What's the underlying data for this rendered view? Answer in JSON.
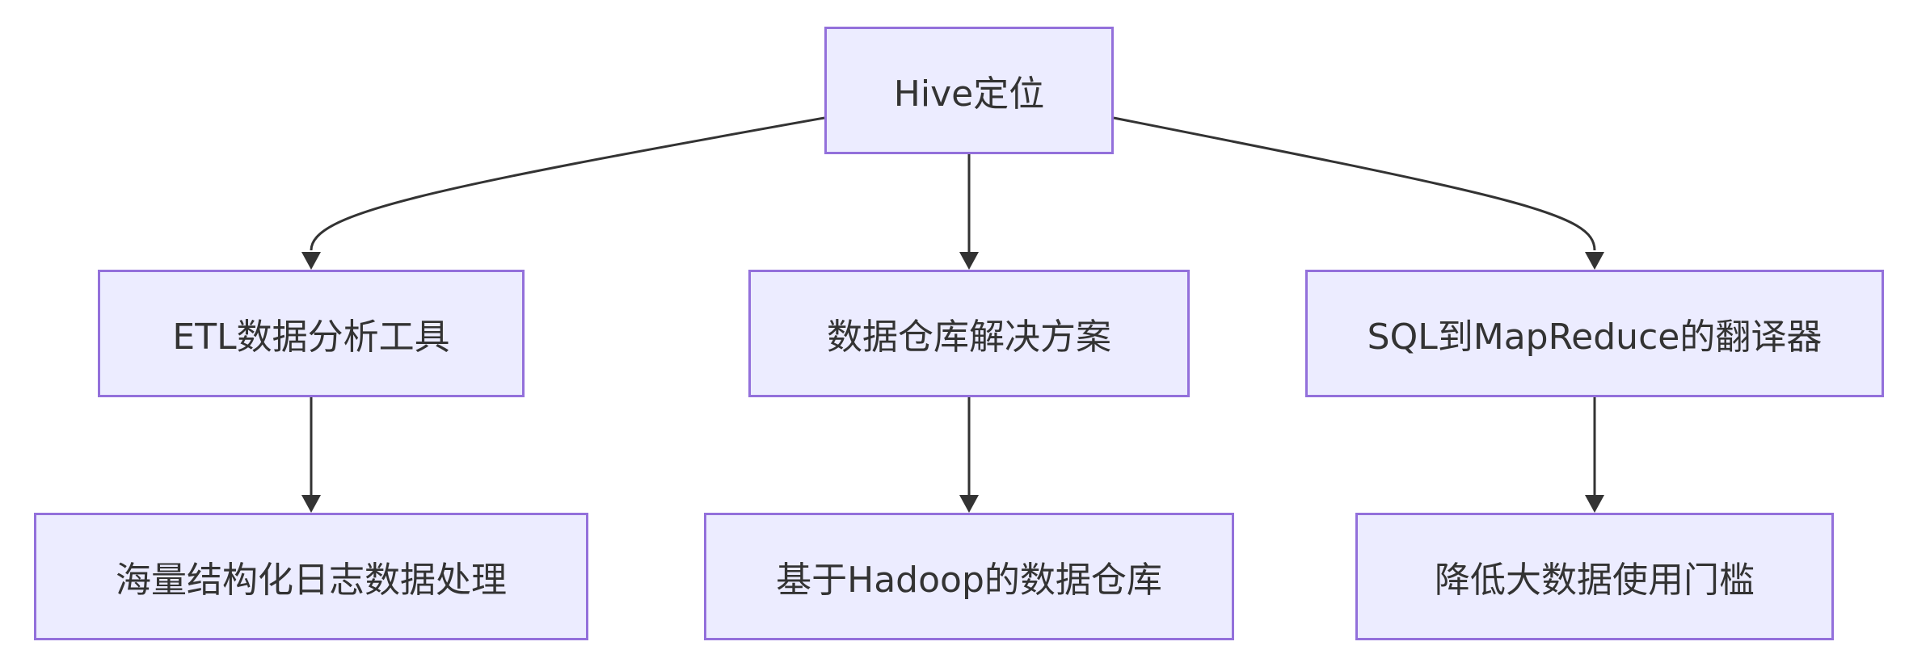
{
  "diagram": {
    "root": {
      "label": "Hive定位"
    },
    "level1": [
      {
        "label": "ETL数据分析工具"
      },
      {
        "label": "数据仓库解决方案"
      },
      {
        "label": "SQL到MapReduce的翻译器"
      }
    ],
    "level2": [
      {
        "label": "海量结构化日志数据处理"
      },
      {
        "label": "基于Hadoop的数据仓库"
      },
      {
        "label": "降低大数据使用门槛"
      }
    ]
  },
  "colors": {
    "node_fill": "#ECECFF",
    "node_border": "#9370DB",
    "edge": "#333333",
    "text": "#333333"
  }
}
